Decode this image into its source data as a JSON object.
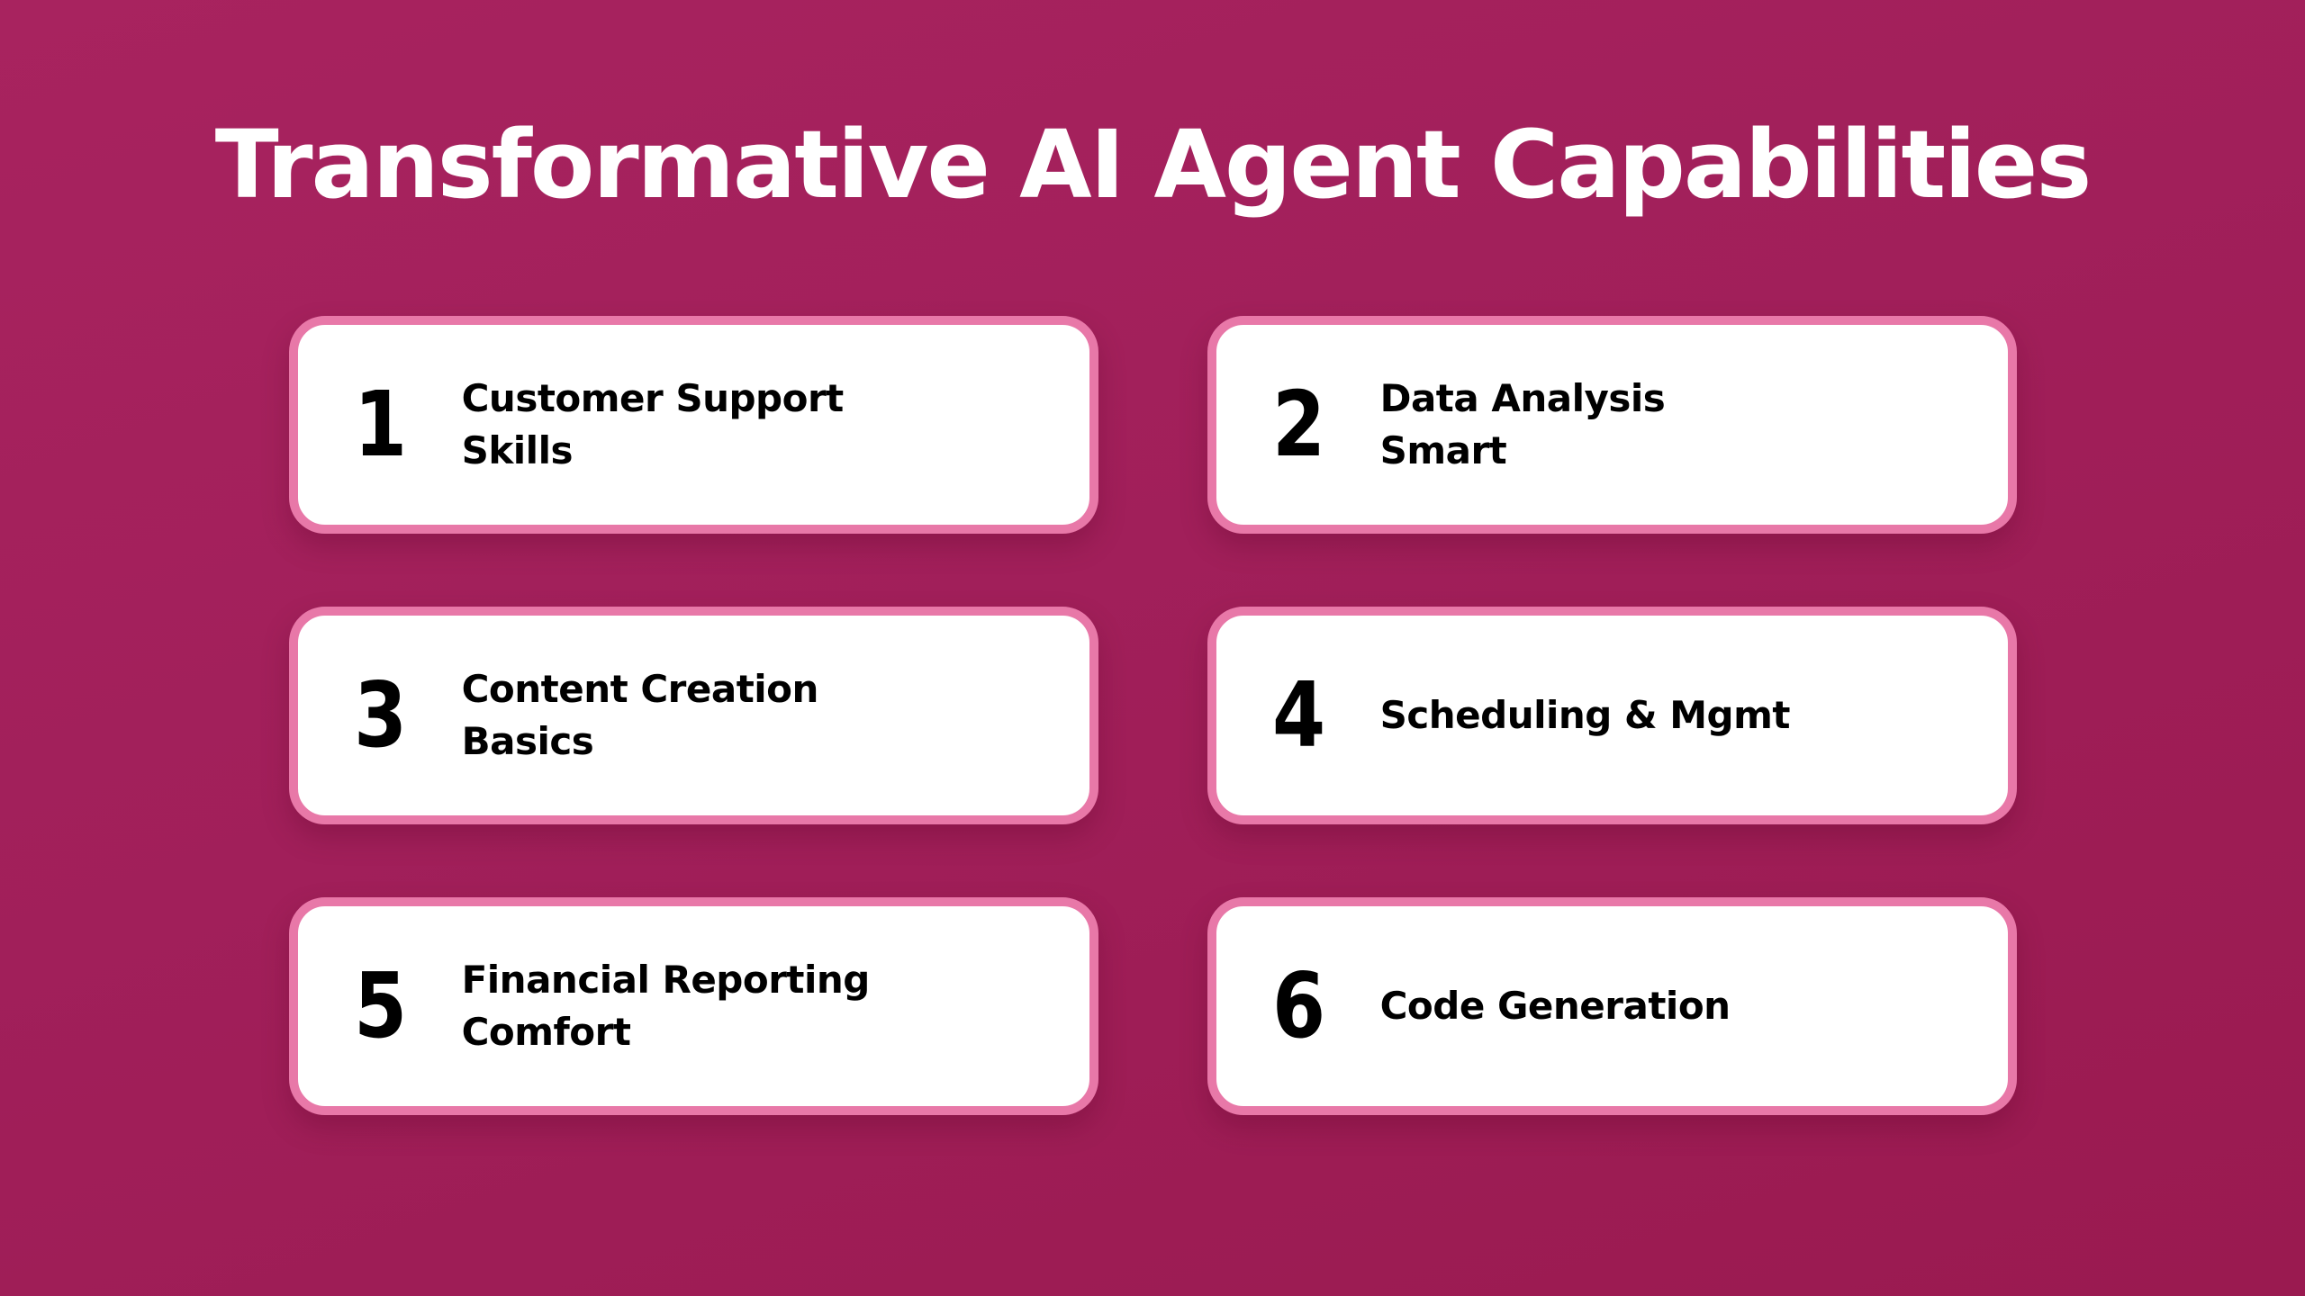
{
  "slide": {
    "title": "Transformative AI Agent Capabilities",
    "colors": {
      "background_start": "#a8235f",
      "background_end": "#9a1a50",
      "card_background": "#ffffff",
      "card_border": "#e878a8",
      "title_text": "#ffffff",
      "card_text": "#000000"
    },
    "cards": [
      {
        "number": "1",
        "label": "Customer Support\nSkills"
      },
      {
        "number": "2",
        "label": "Data Analysis\nSmart"
      },
      {
        "number": "3",
        "label": "Content Creation\nBasics"
      },
      {
        "number": "4",
        "label": "Scheduling & Mgmt"
      },
      {
        "number": "5",
        "label": "Financial Reporting\nComfort"
      },
      {
        "number": "6",
        "label": "Code Generation"
      }
    ]
  }
}
